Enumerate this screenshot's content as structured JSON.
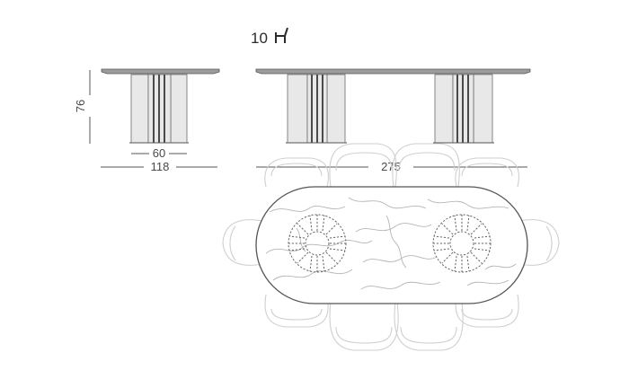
{
  "seating": {
    "count": "10",
    "icon": "chair-icon"
  },
  "dimensions": {
    "height": "76",
    "base_depth": "60",
    "table_depth": "118",
    "table_length": "275"
  }
}
